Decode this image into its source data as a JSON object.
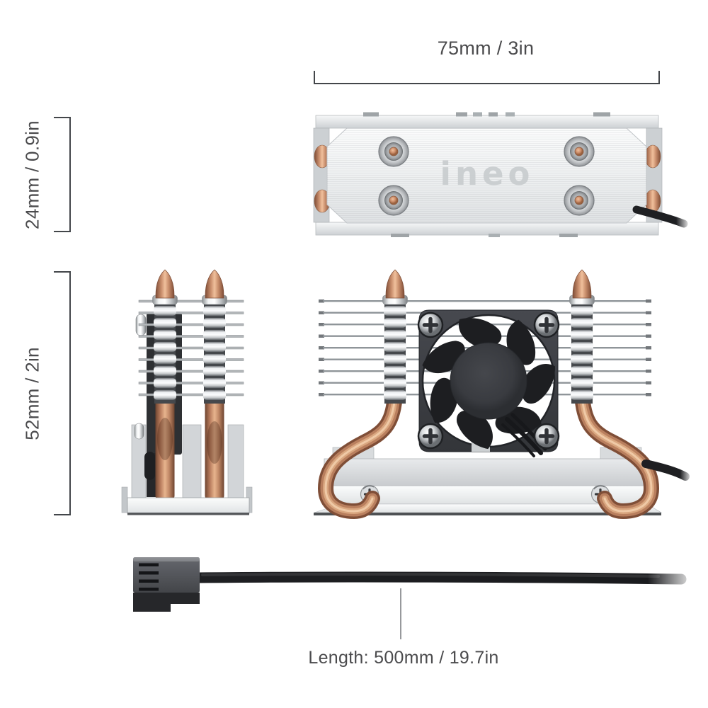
{
  "page": {
    "background": "#ffffff"
  },
  "labels": {
    "width": "75mm / 3in",
    "height_top": "24mm / 0.9in",
    "height_front": "52mm / 2in",
    "cable_length": "Length: 500mm / 19.7in"
  },
  "brand": {
    "logo": "ineo"
  },
  "colors": {
    "label_text": "#4b4b4d",
    "dimension_line": "#43464a",
    "leader_line": "#97999c",
    "aluminum_light": "#eef0f1",
    "aluminum_dark": "#c7cacd",
    "copper_light": "#e8b48e",
    "copper_dark": "#7e4c36",
    "fan_frame": "#3b3d42",
    "fan_blade": "#1d1e21",
    "cable_black": "#1e1f22"
  }
}
